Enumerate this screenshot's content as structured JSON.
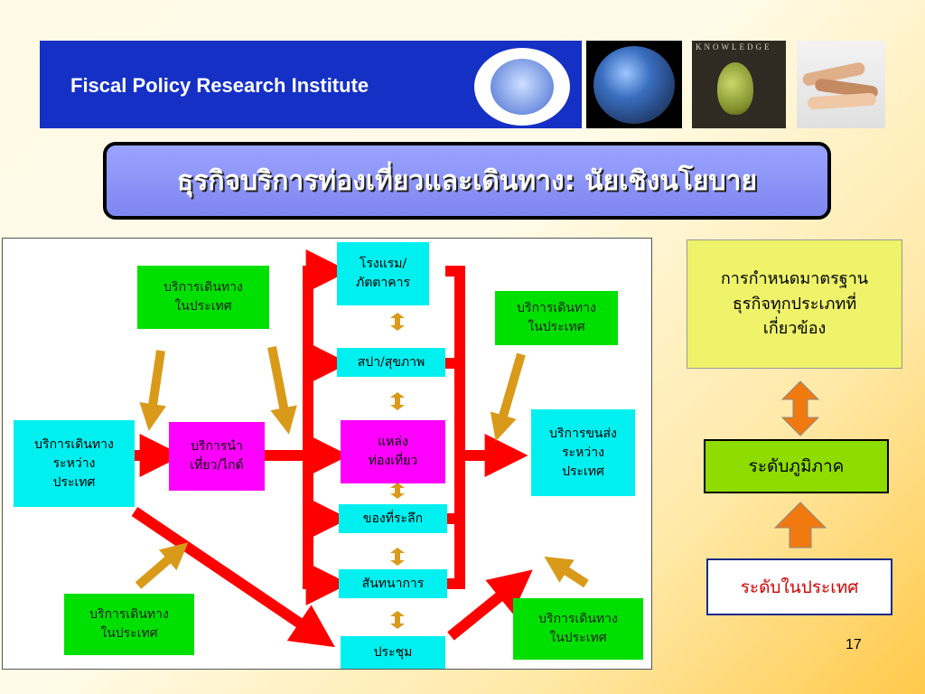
{
  "header": {
    "title": "Fiscal Policy Research Institute",
    "bar_color": "#1530c4"
  },
  "images": {
    "knowledge_caption": "KNOWLEDGE",
    "earth": "earth-photo",
    "pear": "knowledge-pear-photo",
    "hands": "teamwork-hands-photo"
  },
  "slide": {
    "title": "ธุรกิจบริการท่องเที่ยวและเดินทาง: นัยเชิงนโยบาย",
    "page_number": "17"
  },
  "diagram": {
    "domestic_travel_label": "บริการเดินทาง\nในประเทศ",
    "international_travel": "บริการเดินทาง\nระหว่าง\nประเทศ",
    "tour_guide": "บริการนำ\nเที่ยว/ไกด์",
    "hotel": "โรงแรม/\nภัตตาคาร",
    "spa": "สปา/สุขภาพ",
    "attraction": "แหล่ง\nท่องเที่ยว",
    "souvenir": "ของที่ระลึก",
    "recreation": "สันทนาการ",
    "meeting": "ประชุม",
    "intl_transport": "บริการขนส่ง\nระหว่าง\nประเทศ"
  },
  "policy": {
    "standards": "การกำหนดมาตรฐาน\nธุรกิจทุกประเภทที่\nเกี่ยวข้อง",
    "regional": "ระดับภูมิภาค",
    "domestic": "ระดับในประเทศ"
  },
  "colors": {
    "green_box": "#00e000",
    "cyan_box": "#00f0f0",
    "magenta_box": "#ff00ff",
    "flow_arrow": "#ff0000",
    "input_arrow": "#d99a1a",
    "policy_arrow": "#f07a10"
  }
}
